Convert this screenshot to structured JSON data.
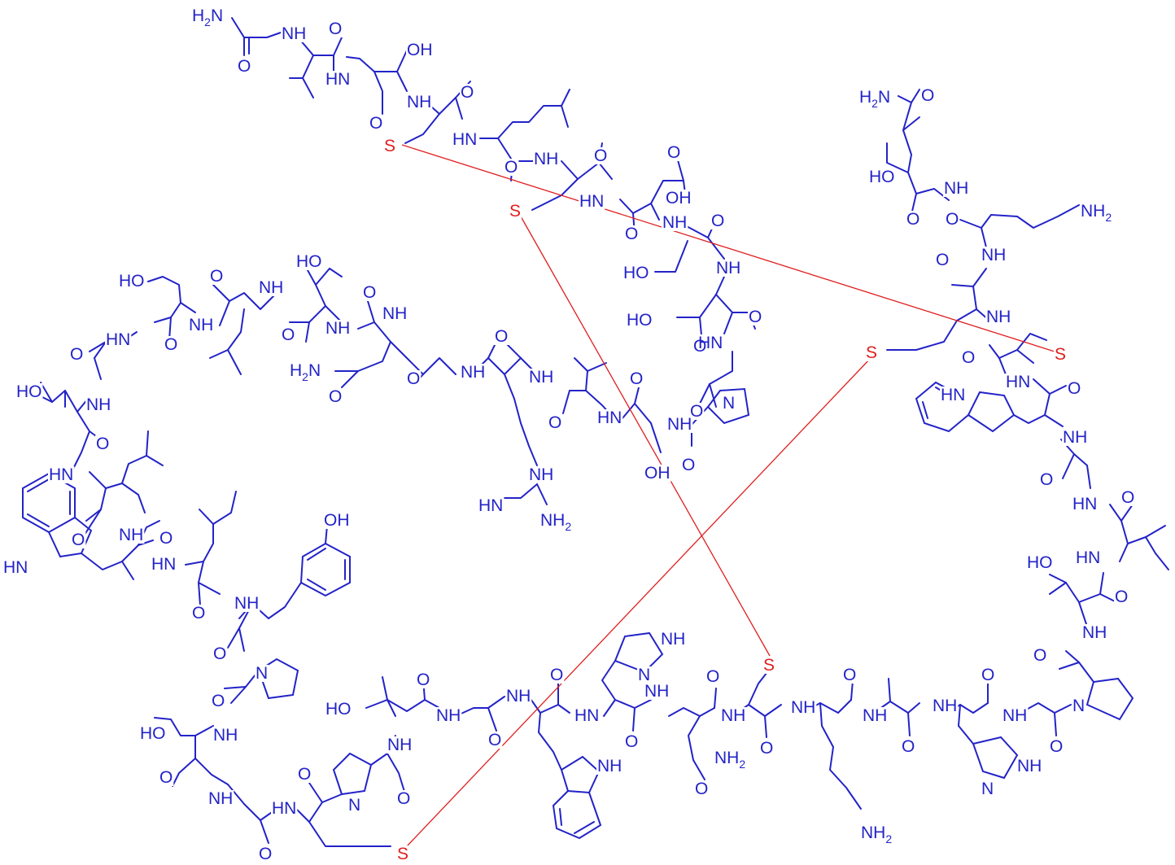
{
  "diagram": {
    "colors": {
      "structure": "#2323c8",
      "disulfide": "#e01e1e",
      "background": "#ffffff"
    },
    "atom_labels": {
      "h2n": "H",
      "h2n_sub": "2",
      "h2n_n": "N",
      "nh": "NH",
      "hn": "HN",
      "n": "N",
      "h": "H",
      "o": "O",
      "oh": "OH",
      "ho": "HO",
      "s": "S",
      "nh2": "NH",
      "nh2_sub": "2",
      "hn_eq": "HN",
      "hn_ind": "HN"
    },
    "disulfide_bonds": [
      {
        "from": "Cys4",
        "to": "Cys39"
      },
      {
        "from": "Cys7",
        "to": "Cys28"
      },
      {
        "from": "Cys24",
        "to": "Cys40"
      }
    ]
  }
}
